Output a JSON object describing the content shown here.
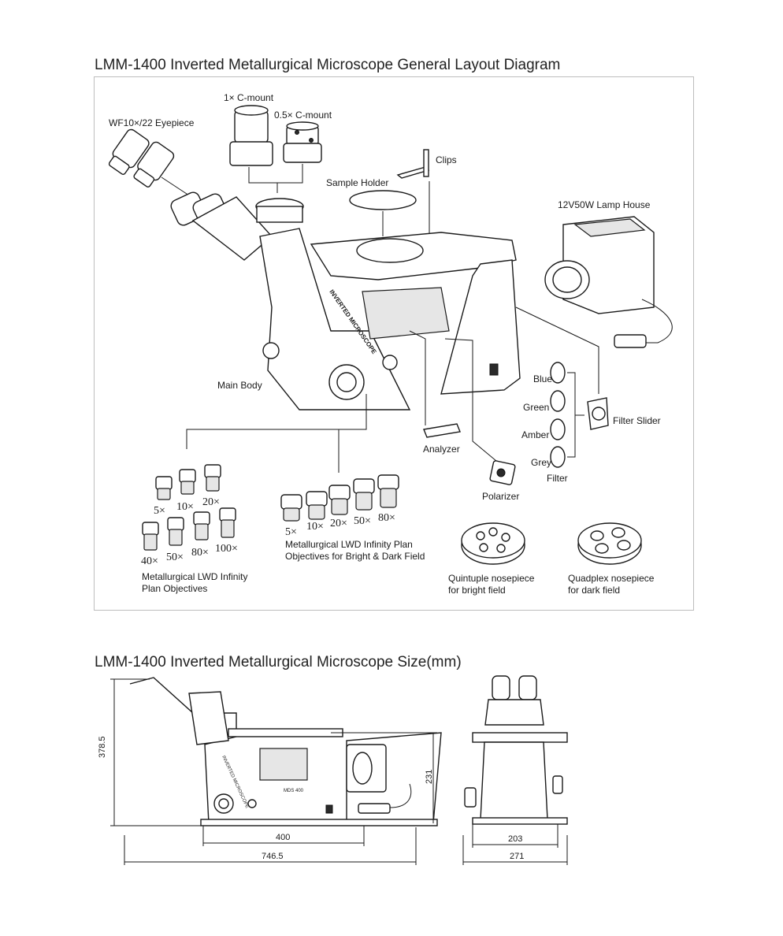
{
  "title_layout": "LMM-1400 Inverted Metallurgical Microscope General Layout Diagram",
  "title_size": "LMM-1400 Inverted Metallurgical Microscope Size(mm)",
  "labels": {
    "c_mount_1x": "1× C-mount",
    "c_mount_05x": "0.5× C-mount",
    "eyepiece": "WF10×/22 Eyepiece",
    "clips": "Clips",
    "sample_holder": "Sample Holder",
    "lamp_house": "12V50W Lamp House",
    "main_body": "Main Body",
    "blue": "Blue",
    "green": "Green",
    "amber": "Amber",
    "grey": "Grey",
    "filter": "Filter",
    "filter_slider": "Filter Slider",
    "analyzer": "Analyzer",
    "polarizer": "Polarizer",
    "objectives_left_1": "Metallurgical LWD Infinity",
    "objectives_left_2": "Plan Objectives",
    "objectives_mid_1": "Metallurgical LWD Infinity Plan",
    "objectives_mid_2": "Objectives for Bright & Dark Field",
    "nose5_1": "Quintuple nosepiece",
    "nose5_2": "for bright field",
    "nose4_1": "Quadplex nosepiece",
    "nose4_2": "for dark field"
  },
  "objective_mags_left": [
    "5×",
    "10×",
    "20×",
    "40×",
    "50×",
    "80×",
    "100×"
  ],
  "objective_mags_mid": [
    "5×",
    "10×",
    "20×",
    "50×",
    "80×"
  ],
  "dimensions": {
    "height_total": "378.5",
    "height_stage": "231",
    "width_base": "400",
    "width_total": "746.5",
    "front_base": "203",
    "front_total": "271"
  },
  "body_text": {
    "inverted_microscope": "INVERTED MICROSCOPE",
    "model_mark": "MDS 400"
  }
}
